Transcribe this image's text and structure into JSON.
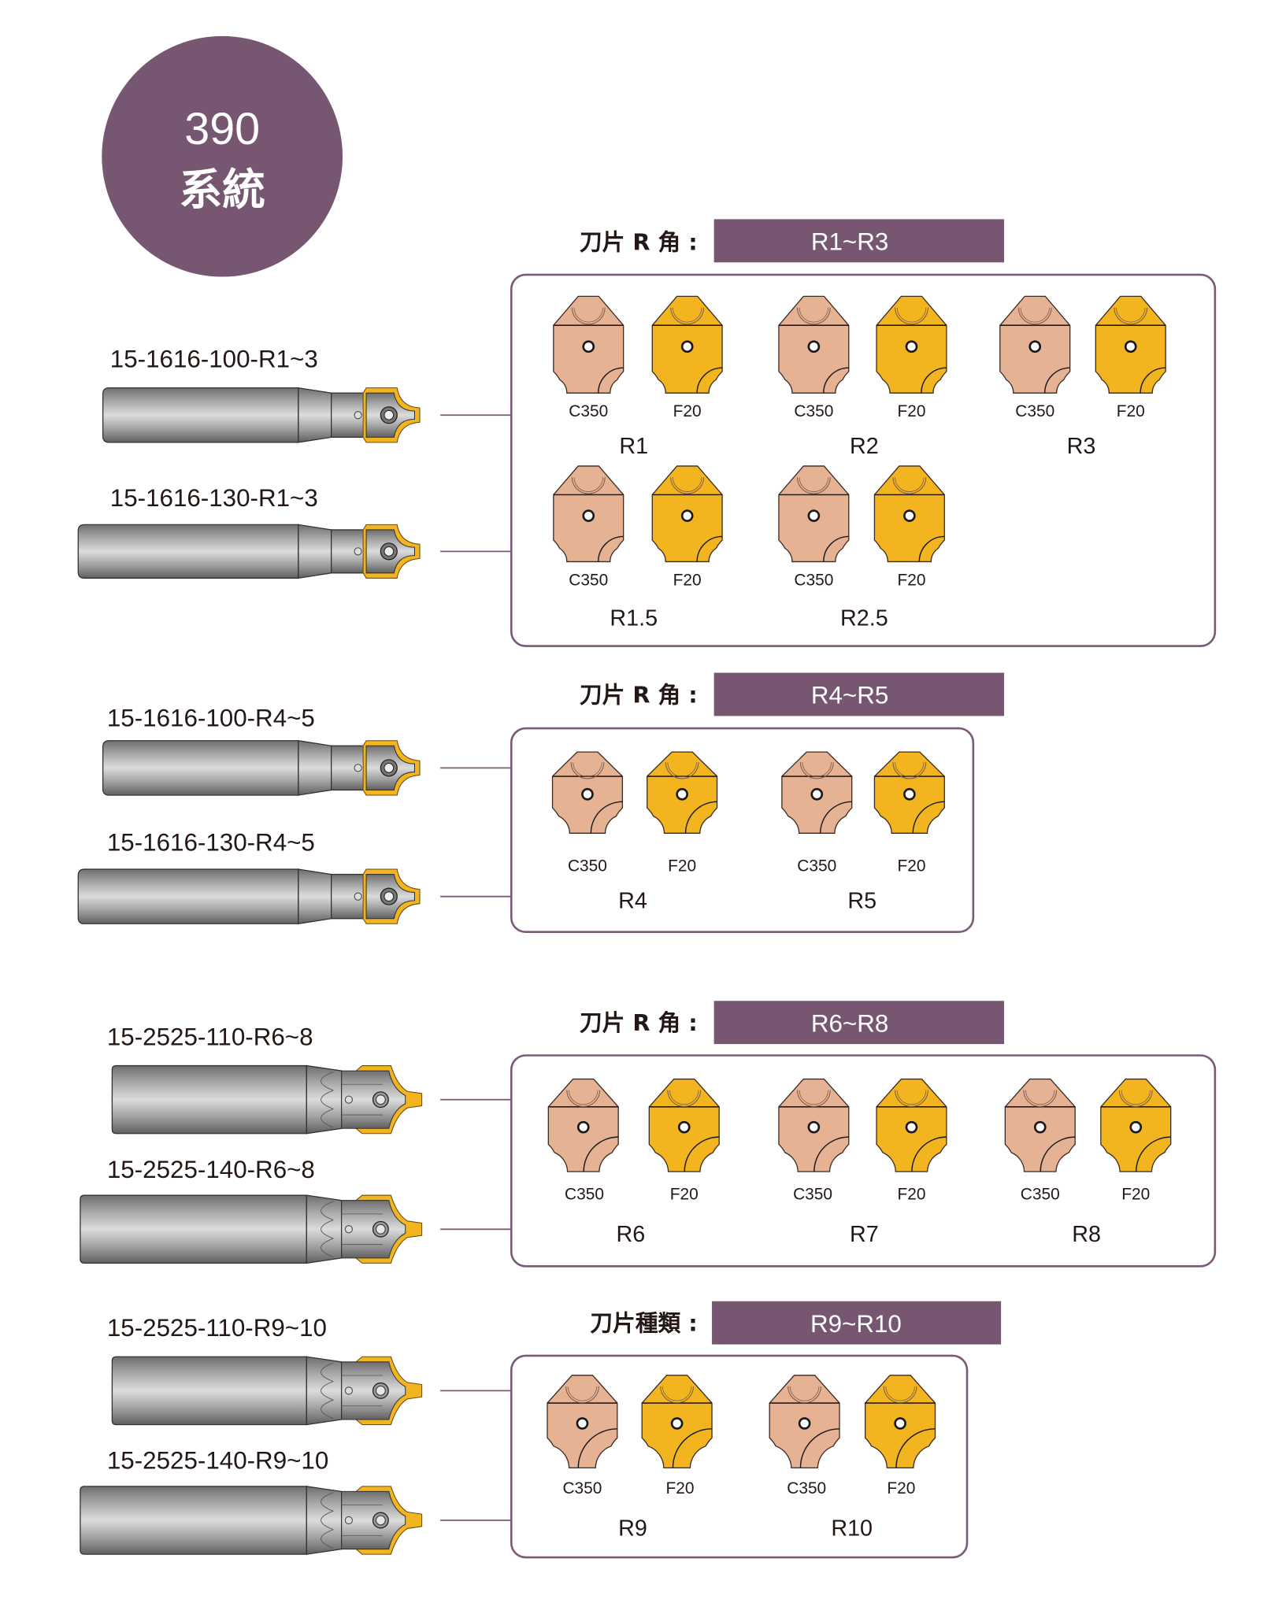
{
  "badge": {
    "line1": "390",
    "line2": "系統"
  },
  "colors": {
    "brand_purple": "#765670",
    "frame_purple": "#7a5a74",
    "c350": "#e6b294",
    "f20": "#f2b520",
    "text": "#231815"
  },
  "sections": [
    {
      "header_label": "刀片 R 角 :",
      "header_value": "R1~R3",
      "holders": [
        {
          "model": "15-1616-100-R1~3",
          "type": "small",
          "length": "short"
        },
        {
          "model": "15-1616-130-R1~3",
          "type": "small",
          "length": "long"
        }
      ],
      "groups": [
        {
          "radius": "R1",
          "grades": [
            "C350",
            "F20"
          ],
          "row": 0
        },
        {
          "radius": "R2",
          "grades": [
            "C350",
            "F20"
          ],
          "row": 0
        },
        {
          "radius": "R3",
          "grades": [
            "C350",
            "F20"
          ],
          "row": 0
        },
        {
          "radius": "R1.5",
          "grades": [
            "C350",
            "F20"
          ],
          "row": 1
        },
        {
          "radius": "R2.5",
          "grades": [
            "C350",
            "F20"
          ],
          "row": 1
        }
      ]
    },
    {
      "header_label": "刀片 R 角 :",
      "header_value": "R4~R5",
      "holders": [
        {
          "model": "15-1616-100-R4~5",
          "type": "small",
          "length": "short"
        },
        {
          "model": "15-1616-130-R4~5",
          "type": "small",
          "length": "long"
        }
      ],
      "groups": [
        {
          "radius": "R4",
          "grades": [
            "C350",
            "F20"
          ],
          "row": 0
        },
        {
          "radius": "R5",
          "grades": [
            "C350",
            "F20"
          ],
          "row": 0
        }
      ]
    },
    {
      "header_label": "刀片 R 角 :",
      "header_value": "R6~R8",
      "holders": [
        {
          "model": "15-2525-110-R6~8",
          "type": "large",
          "length": "short"
        },
        {
          "model": "15-2525-140-R6~8",
          "type": "large",
          "length": "long"
        }
      ],
      "groups": [
        {
          "radius": "R6",
          "grades": [
            "C350",
            "F20"
          ],
          "row": 0
        },
        {
          "radius": "R7",
          "grades": [
            "C350",
            "F20"
          ],
          "row": 0
        },
        {
          "radius": "R8",
          "grades": [
            "C350",
            "F20"
          ],
          "row": 0
        }
      ]
    },
    {
      "header_label": "刀片種類 :",
      "header_value": "R9~R10",
      "holders": [
        {
          "model": "15-2525-110-R9~10",
          "type": "large",
          "length": "short"
        },
        {
          "model": "15-2525-140-R9~10",
          "type": "large",
          "length": "long"
        }
      ],
      "groups": [
        {
          "radius": "R9",
          "grades": [
            "C350",
            "F20"
          ],
          "row": 0
        },
        {
          "radius": "R10",
          "grades": [
            "C350",
            "F20"
          ],
          "row": 0
        }
      ]
    }
  ]
}
